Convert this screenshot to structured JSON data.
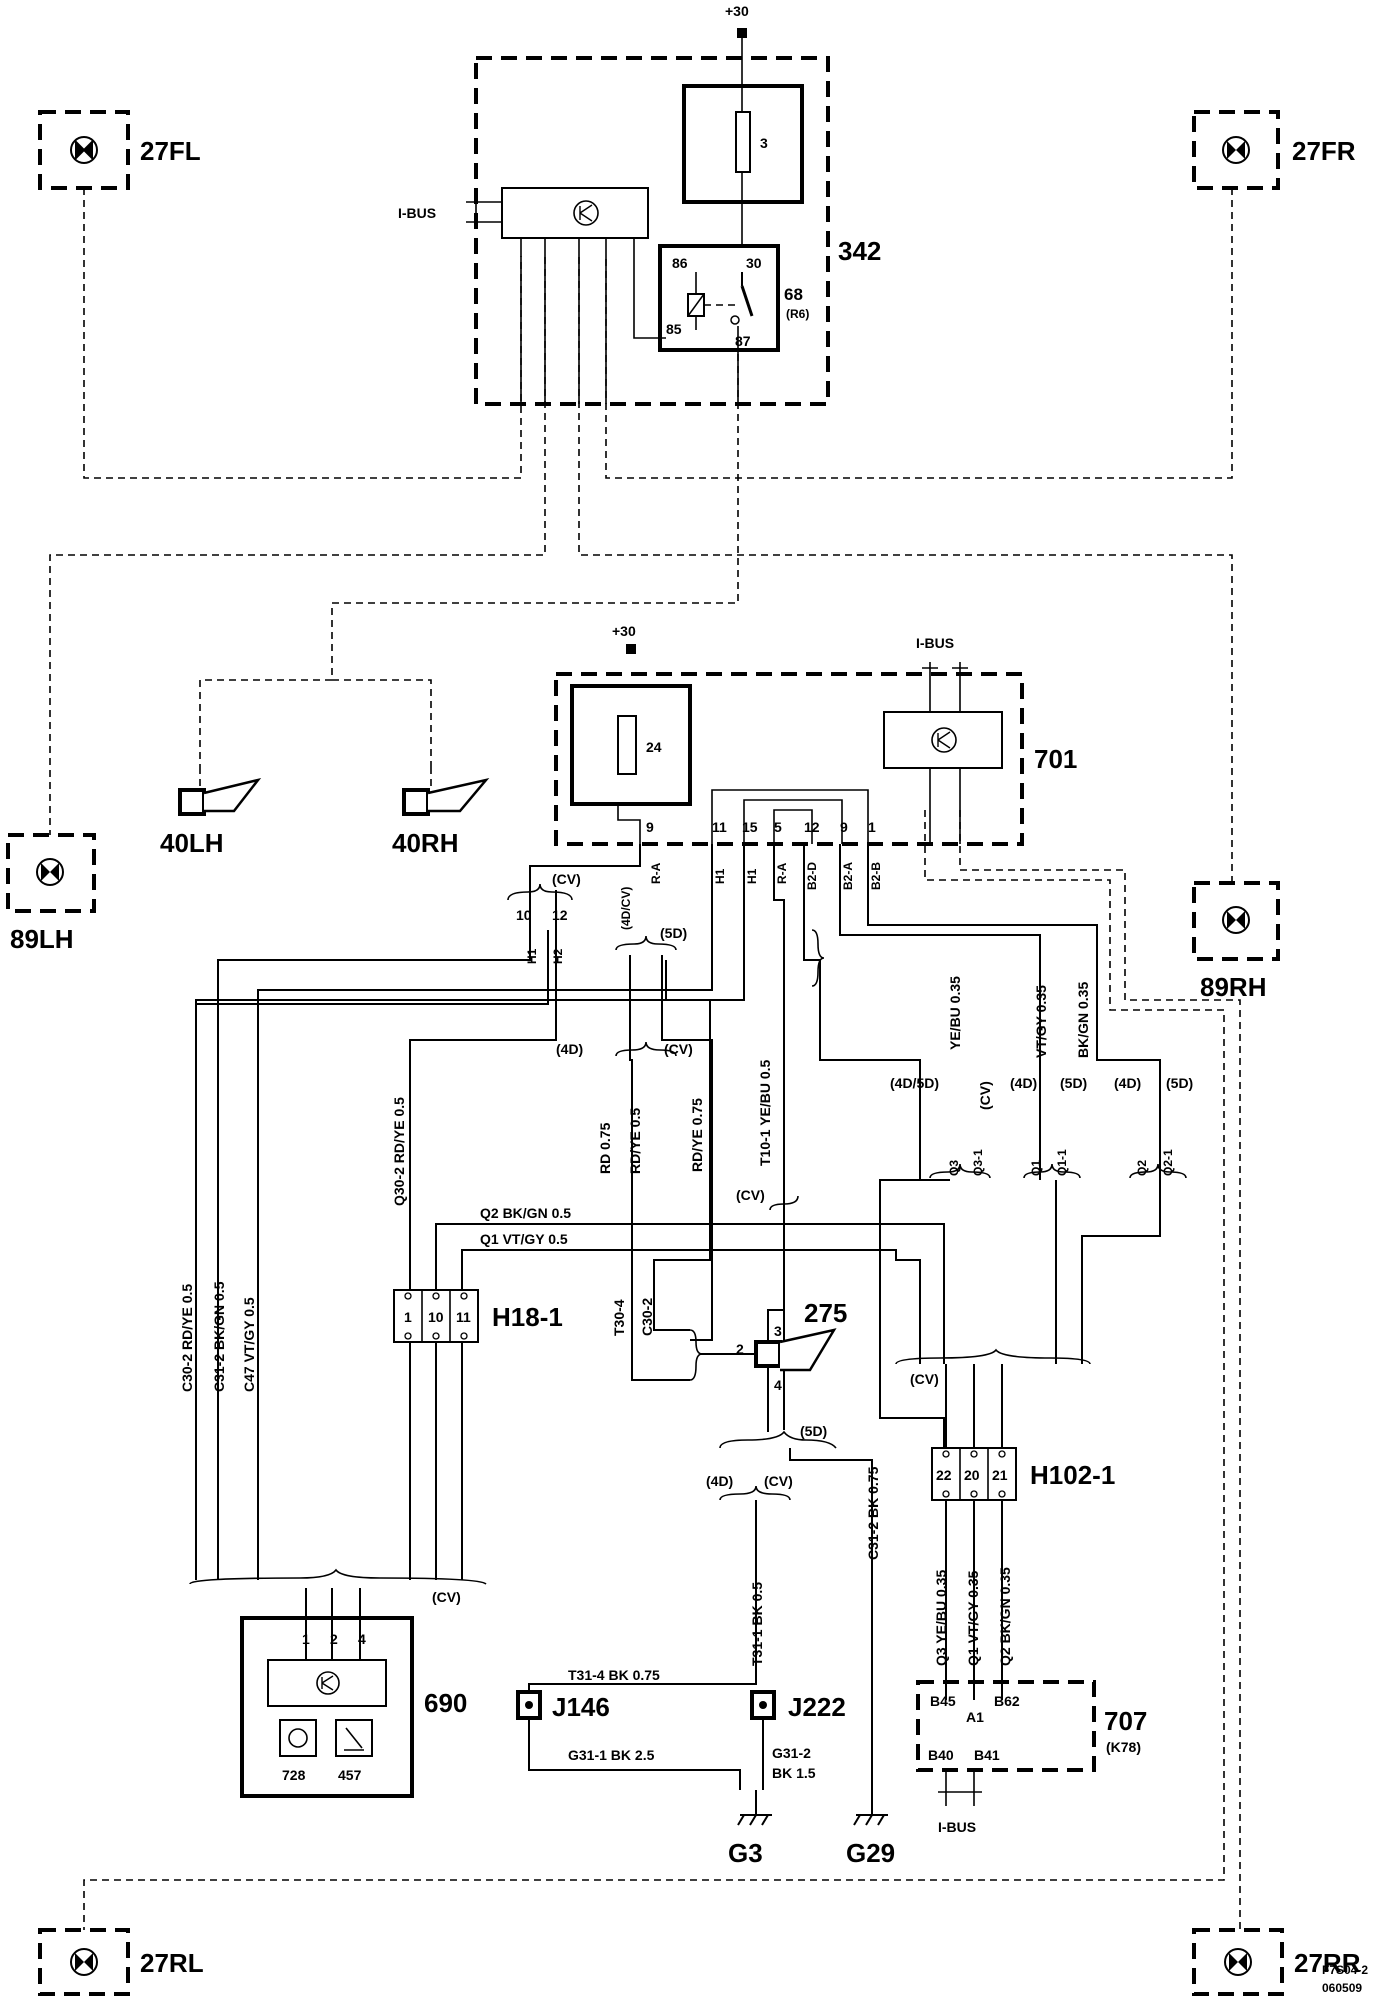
{
  "components": {
    "c342": {
      "label": "342",
      "fuse": "3",
      "supply": "+30",
      "ibus": "I-BUS"
    },
    "relay": {
      "label": "68",
      "sub": "(R6)",
      "p86": "86",
      "p30": "30",
      "p85": "85",
      "p87": "87"
    },
    "c701": {
      "label": "701",
      "fuse": "24",
      "supply": "+30",
      "ibus": "I-BUS"
    },
    "c690": {
      "label": "690",
      "sub1": "728",
      "sub2": "457"
    },
    "c707": {
      "label": "707",
      "sub": "(K78)",
      "ibus": "I-BUS"
    },
    "c275": {
      "label": "275"
    },
    "h181": {
      "label": "H18-1"
    },
    "h1021": {
      "label": "H102-1"
    },
    "j146": {
      "label": "J146"
    },
    "j222": {
      "label": "J222"
    },
    "g3": {
      "label": "G3"
    },
    "g29": {
      "label": "G29"
    }
  },
  "lamps": {
    "fl": "27FL",
    "fr": "27FR",
    "lh": "89LH",
    "rh": "89RH",
    "rl": "27RL",
    "rr": "27RR"
  },
  "horns": {
    "lh": "40LH",
    "rh": "40RH"
  },
  "pins701": {
    "p9": "9",
    "p11": "11",
    "p15": "15",
    "p5": "5",
    "p12": "12",
    "p9b": "9",
    "p1": "1",
    "s_ra": "R-A",
    "s_h1": "H1",
    "s_h1b": "H1",
    "s_ra2": "R-A",
    "s_b2d": "B2-D",
    "s_b2a": "B2-A",
    "s_b2b": "B2-B"
  },
  "pinsH18": {
    "p1": "1",
    "p10": "10",
    "p11": "11"
  },
  "pinsH102": {
    "p22": "22",
    "p20": "20",
    "p21": "21"
  },
  "pins690": {
    "p1": "1",
    "p2": "2",
    "p4": "4"
  },
  "pins707": {
    "b45": "B45",
    "a1": "A1",
    "b62": "B62",
    "b40": "B40",
    "b41": "B41"
  },
  "pins275": {
    "p2": "2",
    "p3": "3",
    "p4": "4"
  },
  "conn10_12": {
    "p10": "10",
    "p12": "12",
    "s1": "H1",
    "s2": "H2",
    "cv": "(CV)"
  },
  "variants": {
    "v1": "(4D/CV)",
    "v2": "(5D)",
    "v3": "(4D)",
    "v4": "(CV)",
    "v5": "(CV)",
    "v6": "(4D/5D)",
    "v7": "(CV)",
    "v8": "(4D)",
    "v9": "(5D)",
    "v10": "(4D)",
    "v11": "(5D)",
    "v12": "(CV)",
    "v13": "(5D)",
    "v14": "(4D)",
    "v15": "(CV)",
    "v16": "(CV)"
  },
  "qpins": {
    "q3": "Q3",
    "q31": "Q3-1",
    "q1": "Q1",
    "q11": "Q1-1",
    "q2": "Q2",
    "q21": "Q2-1"
  },
  "wires": {
    "q302": "Q30-2  RD/YE  0.5",
    "rd075": "RD  0.75",
    "rdye05": "RD/YE  0.5",
    "rdye075": "RD/YE  0.75",
    "t101": "T10-1  YE/BU  0.5",
    "yebu035": "YE/BU  0.35",
    "vtgy035": "VT/GY  0.35",
    "bkgn035": "BK/GN  0.35",
    "c302": "C30-2  RD/YE  0.5",
    "c312": "C31-2  BK/GN  0.5",
    "c47": "C47  VT/GY  0.5",
    "q2bkgn": "Q2   BK/GN   0.5",
    "q1vtgy": "Q1   VT/GY   0.5",
    "t304": "T30-4",
    "c302b": "C30-2",
    "c312bk": "C31-2  BK  0.75",
    "t311": "T31-1  BK  0.5",
    "t314": "T31-4   BK    0.75",
    "g311": "G31-1  BK   2.5",
    "g312a": "G31-2",
    "g312b": "BK    1.5",
    "q3yebu": "Q3  YE/BU  0.35",
    "q1vtgy2": "Q1  VT/GY  0.35",
    "q2bkgn2": "Q2  BK/GN  0.35"
  },
  "footer": {
    "line1": "F7S04-2",
    "line2": "060509"
  }
}
